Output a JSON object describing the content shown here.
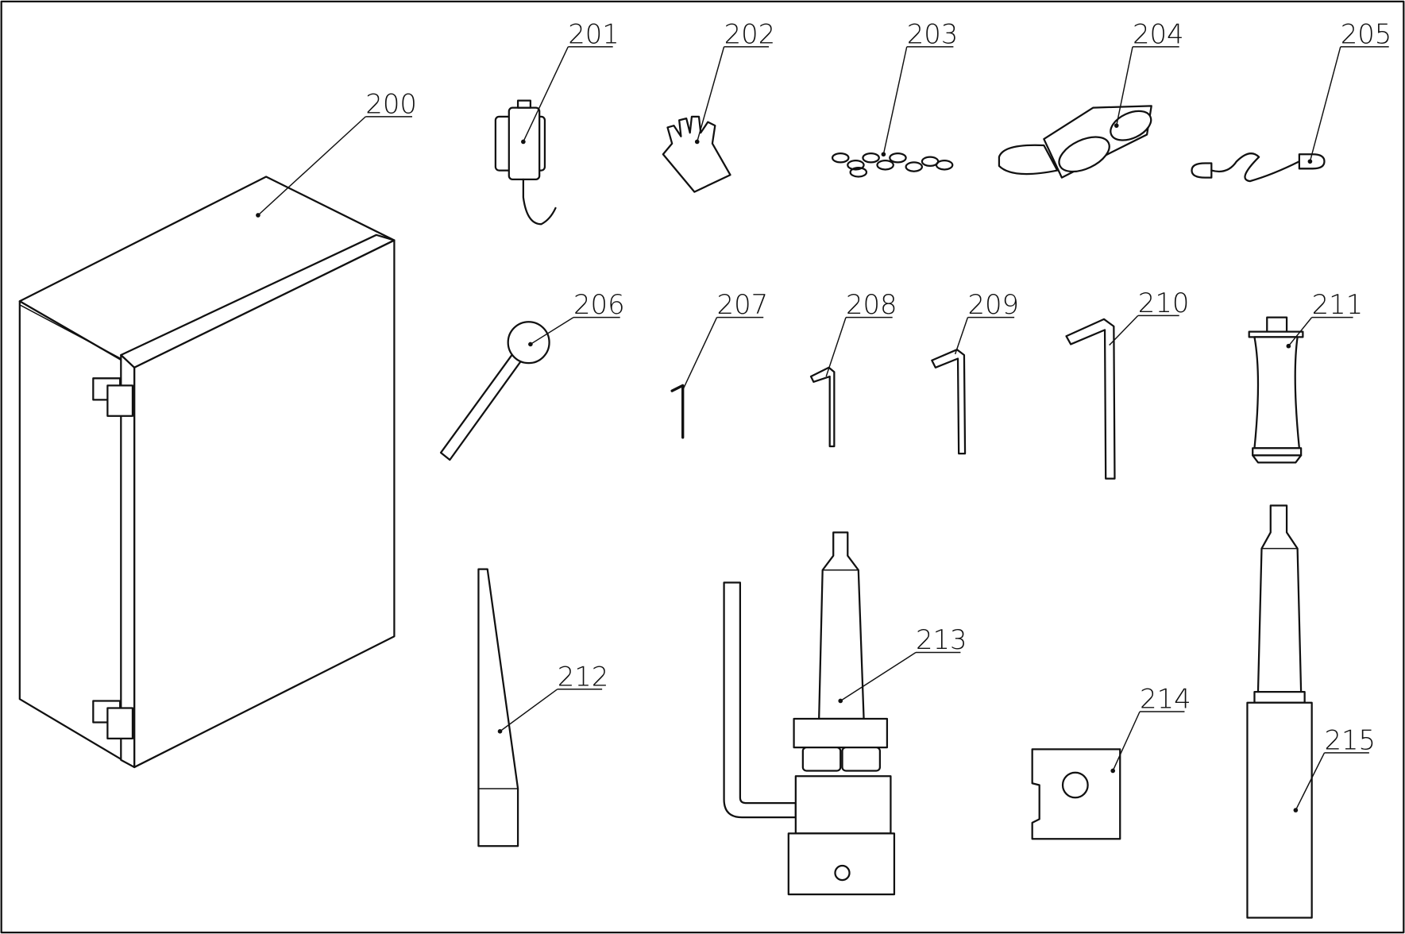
{
  "figure": {
    "labels": {
      "l200": "200",
      "l201": "201",
      "l202": "202",
      "l203": "203",
      "l204": "204",
      "l205": "205",
      "l206": "206",
      "l207": "207",
      "l208": "208",
      "l209": "209",
      "l210": "210",
      "l211": "211",
      "l212": "212",
      "l213": "213",
      "l214": "214",
      "l215": "215"
    }
  }
}
